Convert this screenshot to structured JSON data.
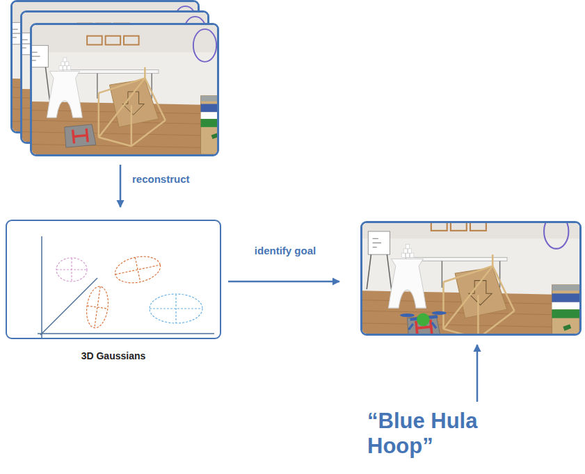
{
  "diagram": {
    "nodes": [
      {
        "text": []
      },
      {
        "text": [
          "3D Gaussians"
        ]
      },
      {
        "text": []
      }
    ],
    "edges": [
      {
        "from": 0,
        "to": 1,
        "arrow": "to",
        "label": "reconstruct"
      },
      {
        "from": 1,
        "to": 2,
        "arrow": "to",
        "label": "identify goal"
      }
    ],
    "labels": [
      "“Blue Hula Hoop”"
    ]
  }
}
